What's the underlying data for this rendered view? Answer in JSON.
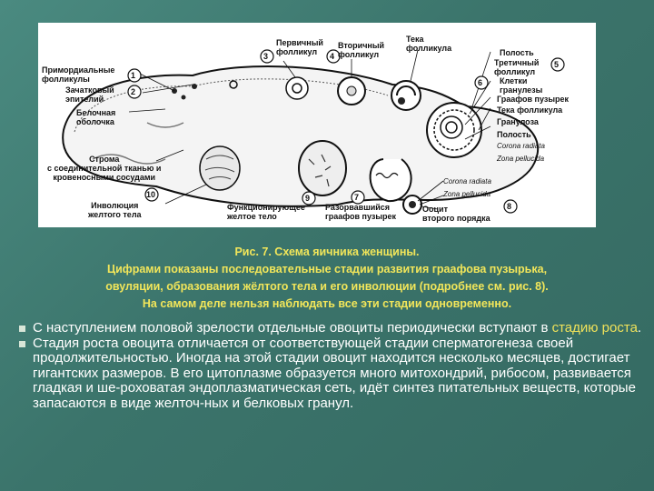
{
  "figure": {
    "labels": {
      "primordial": "Примордиальные\nфолликулы",
      "germinal": "Зачатковый\nэпителий",
      "tunica": "Белочная\nоболочка",
      "stroma": "Строма\nс соединительной тканью и\nкровеносными сосудами",
      "involution": "Инволюция\nжелтого тела",
      "functioning": "Функционирующее\nжелтое тело",
      "ruptured": "Разорвавшийся\nграафов пузырек",
      "oocyte2": "Ооцит\nвторого порядка",
      "primary": "Первичный\nфолликул",
      "secondary": "Вторичный\nфолликул",
      "theca_top": "Тека\nфолликула",
      "cavity": "Полость",
      "tertiary": "Третичный\nфолликул",
      "granulosa_cells": "Клетки\nгранулезы",
      "graafian": "Граафов пузырек",
      "theca_right": "Тека фолликула",
      "granulosa": "Гранулоза",
      "cavity2": "Полость",
      "corona1": "Corona radiata",
      "zona1": "Zona pellucida",
      "corona2": "Corona radiata",
      "zona2": "Zona pellucida"
    },
    "numbers": [
      "1",
      "2",
      "3",
      "4",
      "5",
      "6",
      "7",
      "8",
      "9",
      "10"
    ]
  },
  "caption": {
    "line1": "Рис. 7. Схема яичника женщины.",
    "line2": "Цифрами показаны последовательные стадии развития граафова пузырька,",
    "line3": "овуляции, образования жёлтого тела и его инволюции (подробнее см. рис. 8).",
    "line4": "На самом деле нельзя наблюдать все эти стадии одновременно."
  },
  "paragraphs": {
    "p1_before": "С наступлением половой зрелости отдельные овоциты периодически вступают в ",
    "p1_highlight": "стадию роста",
    "p1_after": ".",
    "p2": "Стадия роста овоцита отличается от соответствующей стадии сперматогенеза своей продолжительностью. Иногда на этой стадии овоцит находится несколько месяцев, достигает гигантских размеров. В его цитоплазме образуется много митохондрий, рибосом, развивается гладкая и ше-роховатая эндоплазматическая сеть, идёт синтез питательных веществ, которые запасаются в виде желточ-ных и белковых гранул."
  },
  "colors": {
    "background": "#3f7b72",
    "caption": "#f2e65a",
    "highlight": "#f0e25a",
    "text": "#ffffff"
  }
}
